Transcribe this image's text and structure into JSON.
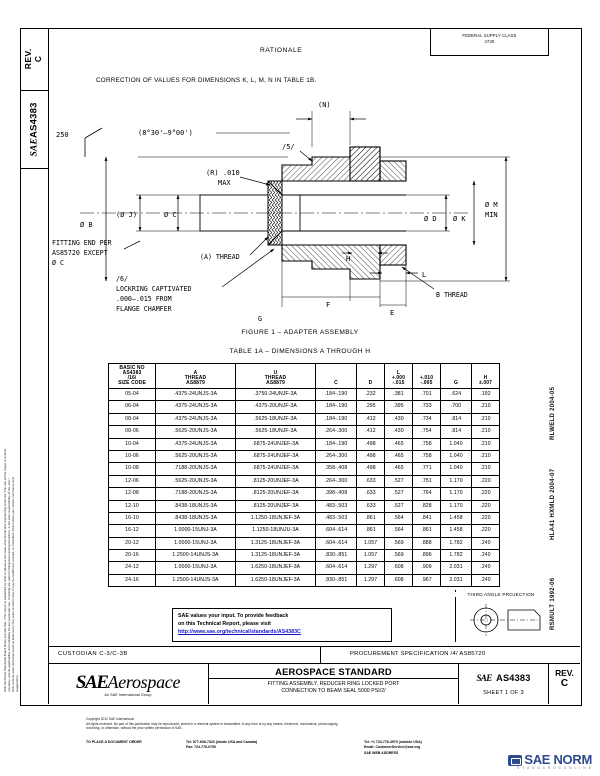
{
  "document": {
    "rev_label": "REV.",
    "rev_value": "C",
    "sae_prefix": "SAE",
    "doc_number_side": "AS4383",
    "fsc_line1": "FEDERAL SUPPLY CLASS",
    "fsc_line2": "4730",
    "rationale_heading": "RATIONALE",
    "rationale_text": "CORRECTION OF VALUES FOR DIMENSIONS K, L, M, N IN TABLE 1B.",
    "figure_caption": "FIGURE 1 – ADAPTER ASSEMBLY",
    "table_caption": "TABLE 1A – DIMENSIONS A THROUGH H"
  },
  "left_margin_legal": {
    "line1": "SAE Technical Standards Board Rules provide that: “This report is published by SAE to advance the state of technical and engineering sciences. The use of this report is entirely",
    "line2": "voluntary, and its applicability and suitability for any particular use, including any patent infringement arising therefrom, is the sole responsibility of the user.”",
    "line3": "SAE reviews each technical report at least every five years at which time it may be reaffirmed, revised, or cancelled. SAE invites your written comments and",
    "line4": "suggestions."
  },
  "right_margin_tab": {
    "line1": "RLWELD 2004-05",
    "line2": "HLA41 HXMLD 2004-07",
    "line3": "RSMULT 1992-06"
  },
  "drawing_labels": {
    "dim_250": "250",
    "angle": "(8°30'–9°00')",
    "flag_5": "/5/",
    "flag_6": "/6/",
    "dim_n": "(N)",
    "dim_b": "Ø B",
    "dim_j": "(Ø J)",
    "dim_c": "Ø C",
    "dim_d": "Ø D",
    "dim_k": "Ø K",
    "dim_m": "Ø M",
    "dim_m_sub": "MIN",
    "radius_note_1": "(R) .010",
    "radius_note_2": "MAX",
    "fitting_note_1": "FITTING END PER",
    "fitting_note_2": "AS85720 EXCEPT",
    "fitting_note_3": "Ø C",
    "a_thread": "(A) THREAD",
    "b_thread": "B THREAD",
    "lockring_1": "LOCKRING CAPTIVATED",
    "lockring_2": ".000–.015 FROM",
    "lockring_3": "FLANGE CHAMFER",
    "dim_e": "E",
    "dim_f": "F",
    "dim_g": "G",
    "dim_h": "H",
    "dim_l": "L"
  },
  "table": {
    "headers": {
      "code_l1": "BASIC NO",
      "code_l2": "AS4383",
      "code_l3": "/16/",
      "code_l4": "SIZE CODE",
      "a_l1": "A",
      "a_l2": "THREAD",
      "a_l3": "AS8879",
      "u_l1": "U",
      "u_l2": "THREAD",
      "u_l3": "AS8879",
      "c": "C",
      "d": "D",
      "l_l1": "L",
      "l_l2": "+.000",
      "l_l3": "-.015",
      "plus_l1": "+.010",
      "plus_l2": "-.005",
      "g": "G",
      "h_l1": "H",
      "h_l2": "±.007"
    },
    "rows": [
      {
        "code": "05-04",
        "a": ".4375-24UNJS-3A",
        "u": ".3750-24UNJF-3A",
        "c": ".184-.190",
        "d": ".232",
        "l": ".381",
        "plus": ".701",
        "g": ".624",
        "h": ".192"
      },
      {
        "code": "06-04",
        "a": ".4375-24UNJS-3A",
        "u": ".4375-20UNJF-3A",
        "c": ".184-.190",
        "d": ".295",
        "l": ".395",
        "plus": ".733",
        "g": ".700",
        "h": ".210"
      },
      {
        "code": "08-04",
        "a": ".4375-24UNJS-3A",
        "u": ".5625-18UNJF-3A",
        "c": ".184-.190",
        "d": ".412",
        "l": ".430",
        "plus": ".734",
        "g": ".814",
        "h": ".210"
      },
      {
        "code": "08-06",
        "a": ".5625-20UNJS-3A",
        "u": ".5625-18UNJF-3A",
        "c": ".264-.300",
        "d": ".412",
        "l": ".430",
        "plus": ".754",
        "g": ".814",
        "h": ".210"
      },
      {
        "code": "10-04",
        "a": ".4375-24UNJS-3A",
        "u": ".6875-24UNJEF-3A",
        "c": ".184-.190",
        "d": ".498",
        "l": ".465",
        "plus": ".758",
        "g": "1.040",
        "h": ".210"
      },
      {
        "code": "10-06",
        "a": ".5625-20UNJS-3A",
        "u": ".6875-24UNJEF-3A",
        "c": ".264-.300",
        "d": ".498",
        "l": ".465",
        "plus": ".758",
        "g": "1.040",
        "h": ".210"
      },
      {
        "code": "10-08",
        "a": ".7188-20UNJS-3A",
        "u": ".6875-24UNJEF-3A",
        "c": ".358-.408",
        "d": ".498",
        "l": ".465",
        "plus": ".771",
        "g": "1.040",
        "h": ".210"
      },
      {
        "code": "12-06",
        "a": ".5625-20UNJS-3A",
        "u": ".8125-20UNJEF-3A",
        "c": ".264-.300",
        "d": ".633",
        "l": ".527",
        "plus": ".751",
        "g": "1.170",
        "h": ".220"
      },
      {
        "code": "12-08",
        "a": ".7188-20UNJS-3A",
        "u": ".8125-20UNJEF-3A",
        "c": ".398-.408",
        "d": ".633",
        "l": ".527",
        "plus": ".764",
        "g": "1.170",
        "h": ".220"
      },
      {
        "code": "12-10",
        "a": ".8438-18UNJS-3A",
        "u": ".8125-20UNJEF-3A",
        "c": ".483-.503",
        "d": ".633",
        "l": ".527",
        "plus": ".828",
        "g": "1.170",
        "h": ".220"
      },
      {
        "code": "16-10",
        "a": ".8438-18UNJS-3A",
        "u": "1.1250-18UNJEF-3A",
        "c": ".483-.503",
        "d": ".861",
        "l": ".564",
        "plus": ".841",
        "g": "1.458",
        "h": ".220"
      },
      {
        "code": "16-12",
        "a": "1.0000-15UNJ-3A",
        "u": "1.1250-18UNJU-3A",
        "c": ".604-.614",
        "d": ".861",
        "l": ".564",
        "plus": ".861",
        "g": "1.458",
        "h": ".220"
      },
      {
        "code": "20-12",
        "a": "1.0000-15UNJ-3A",
        "u": "1.3125-18UNJEF-3A",
        "c": ".604-.614",
        "d": "1.057",
        "l": ".569",
        "plus": ".888",
        "g": "1.782",
        "h": ".240"
      },
      {
        "code": "20-16",
        "a": "1.2500-14UNJS-3A",
        "u": "1.3125-18UNJEF-3A",
        "c": ".830-.851",
        "d": "1.057",
        "l": ".569",
        "plus": ".896",
        "g": "1.782",
        "h": ".240"
      },
      {
        "code": "24-12",
        "a": "1.0000-15UNJ-3A",
        "u": "1.6250-18UNJEF-3A",
        "c": ".604-.614",
        "d": "1.297",
        "l": ".608",
        "plus": ".909",
        "g": "2.031",
        "h": ".240"
      },
      {
        "code": "24-16",
        "a": "1.2500-14UNJS-3A",
        "u": "1.6250-18UNJEF-3A",
        "c": ".830-.851",
        "d": "1.297",
        "l": ".608",
        "plus": ".967",
        "g": "2.031",
        "h": ".240"
      }
    ]
  },
  "feedback_box": {
    "line1": "SAE values your input. To provide feedback",
    "line2": "on this Technical Report, please visit",
    "link": "http://www.sae.org/technical/standards/AS4383C"
  },
  "projection_box": {
    "caption": "THIRD ANGLE PROJECTION"
  },
  "custodian_row": {
    "custodian": "CUSTODIAN  C-3/C-3B",
    "procurement": "PROCUREMENT SPECIFICATION /4/ AS85720"
  },
  "title_block": {
    "logo_sae": "SAE",
    "logo_aerospace": "Aerospace",
    "logo_sub": "An SAE International Group",
    "standard_title": "AEROSPACE STANDARD",
    "subtitle_line1": "FITTING ASSEMBLY, REDUCER RING LOCKED PORT",
    "subtitle_line2": "CONNECTION TO BEAM SEAL 5000 PSI/2/",
    "doc_sae": "SAE",
    "doc_number": "AS4383",
    "sheet": "SHEET 1 OF 3",
    "rev_label": "REV.",
    "rev_value": "C"
  },
  "footer": {
    "copyright": "Copyright 2012 SAE International",
    "rights_line1": "All rights reserved. No part of this publication may be reproduced, stored in a retrieval system or transmitted, in any form or by any means, electronic, mechanical, photocopying,",
    "rights_line2": "recording, or otherwise, without the prior written permission of SAE.",
    "order_label": "TO PLACE A DOCUMENT ORDER",
    "order_tel_us": "Tel:  877-606-7323 (inside USA and Canada)",
    "order_fax": "Fax:  724-776-0790",
    "order_tel_intl": "Tel:  +1 724-776-4970 (outside USA)",
    "order_email": "Email:  CustomerService@sae.org",
    "order_web": "SAE WEB ADDRESS"
  },
  "watermark": {
    "brand": "SAE NORM",
    "tagline": "S T A N D A R D S   O N L I N E"
  },
  "colors": {
    "link": "#1414c8",
    "watermark": "#2d4b8e"
  }
}
